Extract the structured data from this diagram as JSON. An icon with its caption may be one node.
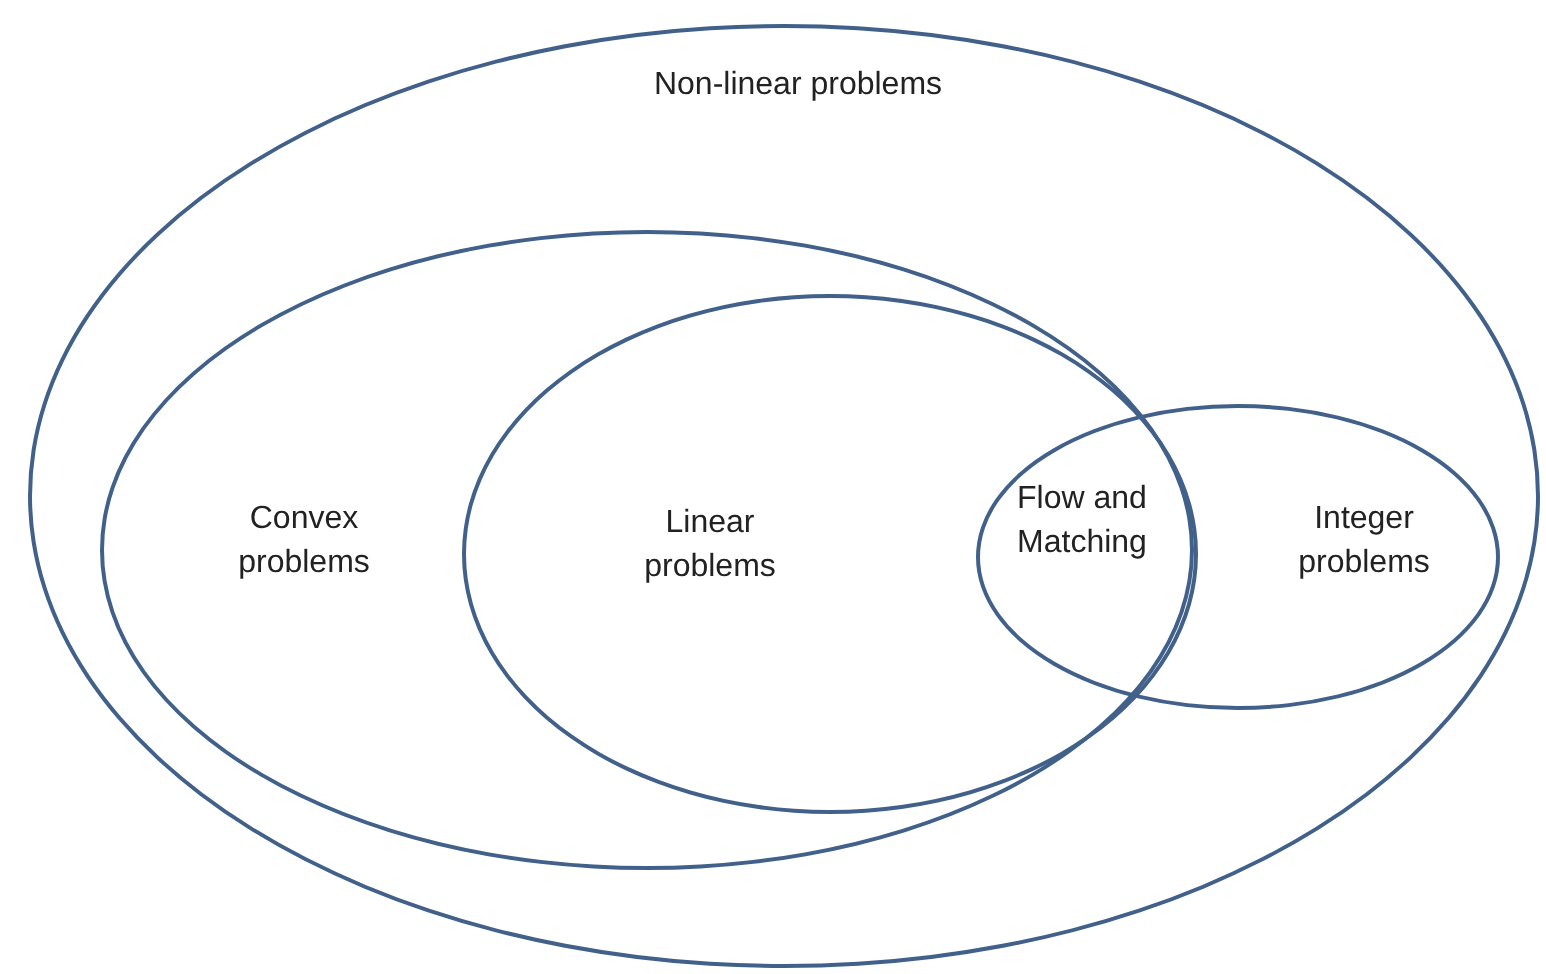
{
  "diagram": {
    "nodes": [
      {
        "text": [
          "Non-linear problems"
        ]
      },
      {
        "text": [
          "Convex problems"
        ],
        "in": 0
      },
      {
        "text": [
          "Linear problems"
        ],
        "in": 1
      },
      {
        "text": [
          "Integer problems"
        ],
        "in": 0
      }
    ],
    "labels": [
      "Flow and Matching"
    ]
  }
}
